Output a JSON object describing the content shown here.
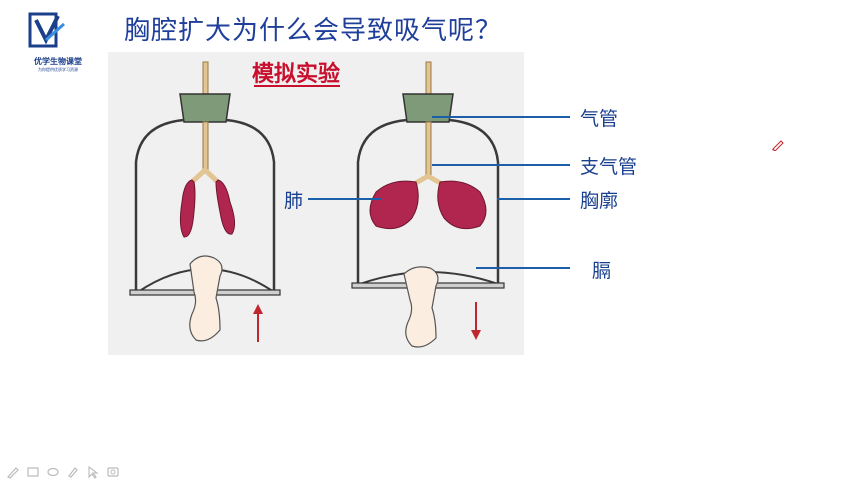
{
  "logo": {
    "title": "优学生物课堂",
    "subtitle": "为你提供优质学习资源"
  },
  "page": {
    "title": "胸腔扩大为什么会导致吸气呢？"
  },
  "diagram": {
    "banner": "模拟实验",
    "labels": {
      "trachea": "气管",
      "bronchus": "支气管",
      "lung": "肺",
      "rib_cage": "胸廓",
      "diaphragm": "膈"
    },
    "colors": {
      "lung": "#b1264f",
      "jar": "#3a3a3a",
      "stopper": "#7e9a78",
      "tube": "#e3c493",
      "background": "#f0f0f0",
      "banner_text": "#c8102e",
      "pointer": "#1a5fa8",
      "arrow": "#c0272d"
    }
  },
  "toolbar": {
    "icons": [
      "pen-icon",
      "screen-icon",
      "eraser-icon",
      "highlighter-icon",
      "pointer-icon",
      "screenshot-icon"
    ]
  }
}
